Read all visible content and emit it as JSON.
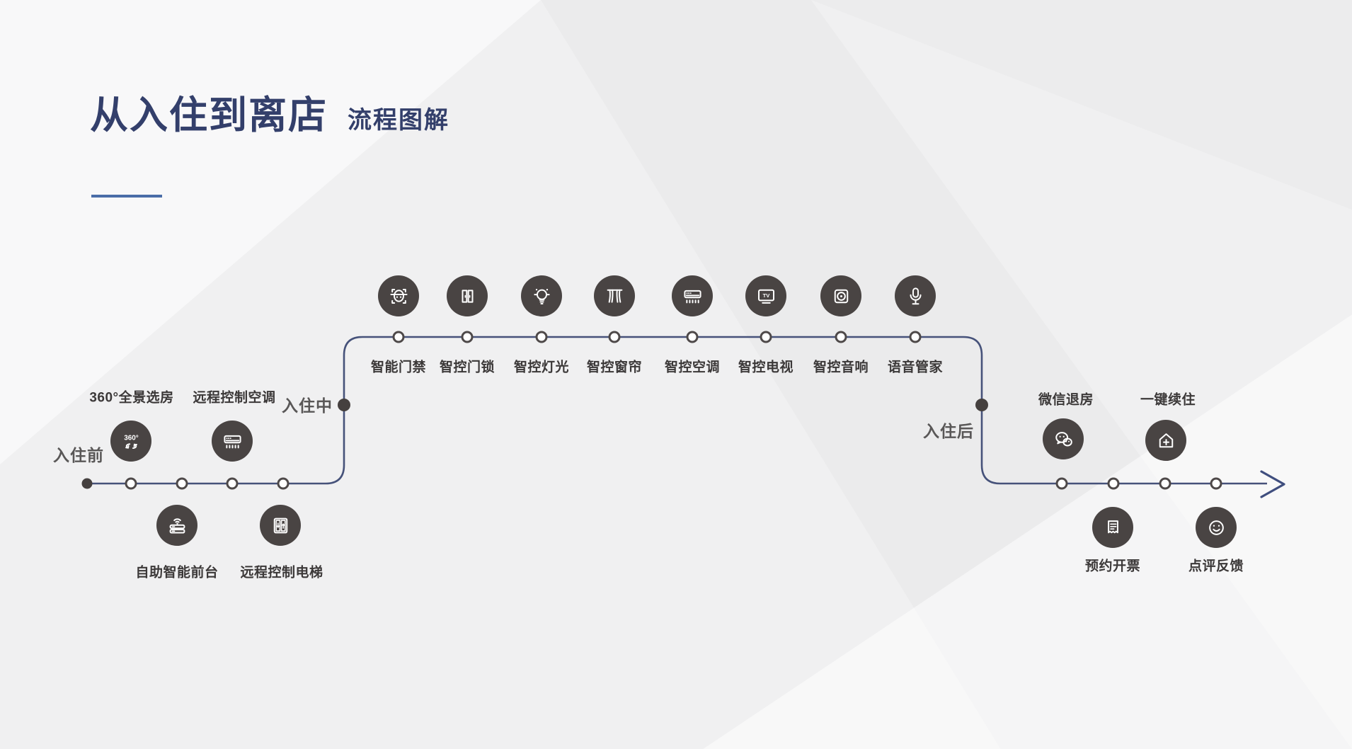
{
  "page": {
    "title": "从入住到离店",
    "subtitle": "流程图解",
    "colors": {
      "title": "#333f6b",
      "accent_line": "#4a6da8",
      "background": "#f0f0f1",
      "timeline_path": "#46527a",
      "icon_circle": "#494443",
      "node_label": "#3b3838",
      "stage_label": "#595757"
    }
  },
  "flow": {
    "stages": [
      {
        "label": "入住前"
      },
      {
        "label": "入住中"
      },
      {
        "label": "入住后"
      }
    ],
    "before": {
      "above": [
        {
          "label": "360°全景选房",
          "icon": "360-rotate-icon"
        },
        {
          "label": "远程控制空调",
          "icon": "air-conditioner-icon"
        }
      ],
      "below": [
        {
          "label": "自助智能前台",
          "icon": "smart-front-desk-icon"
        },
        {
          "label": "远程控制电梯",
          "icon": "elevator-icon"
        }
      ]
    },
    "during": {
      "items": [
        {
          "label": "智能门禁",
          "icon": "face-access-icon"
        },
        {
          "label": "智控门锁",
          "icon": "door-lock-icon"
        },
        {
          "label": "智控灯光",
          "icon": "light-bulb-icon"
        },
        {
          "label": "智控窗帘",
          "icon": "curtains-icon"
        },
        {
          "label": "智控空调",
          "icon": "air-conditioner-icon"
        },
        {
          "label": "智控电视",
          "icon": "tv-icon"
        },
        {
          "label": "智控音响",
          "icon": "speaker-icon"
        },
        {
          "label": "语音管家",
          "icon": "microphone-icon"
        }
      ]
    },
    "after": {
      "above": [
        {
          "label": "微信退房",
          "icon": "wechat-icon"
        },
        {
          "label": "一键续住",
          "icon": "house-plus-icon"
        }
      ],
      "below": [
        {
          "label": "预约开票",
          "icon": "invoice-icon"
        },
        {
          "label": "点评反馈",
          "icon": "smiley-icon"
        }
      ]
    }
  },
  "icons": {
    "deg_text": "360°",
    "tv_text": "TV"
  }
}
